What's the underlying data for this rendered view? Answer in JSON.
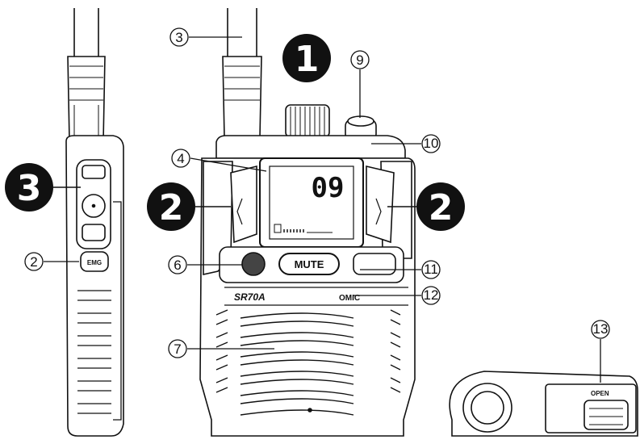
{
  "callouts": {
    "c2": "②",
    "c3": "③",
    "c4": "④",
    "c6": "⑥",
    "c7": "⑦",
    "c9": "⑨",
    "c10": "⑩",
    "c11": "⑪",
    "c12": "⑫",
    "c13": "⑬"
  },
  "big_markers": {
    "one": "1",
    "two": "2",
    "three": "3"
  },
  "radio": {
    "model": "SR70A",
    "channel_display": "09",
    "mute_label": "MUTE",
    "mic_label": "OMIC",
    "side_button_label": "EMG",
    "bottom_label": "OPEN"
  },
  "colors": {
    "ink": "#111111",
    "body_gray": "#e6e6e6",
    "marker_bg": "#111111",
    "marker_fg": "#ffffff"
  }
}
